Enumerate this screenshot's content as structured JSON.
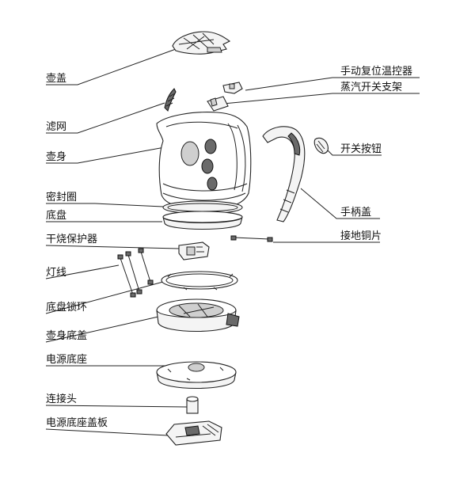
{
  "labels": {
    "lid": "壶盖",
    "filter": "滤网",
    "body": "壶身",
    "seal_ring": "密封圈",
    "base_plate": "底盘",
    "dry_burn_protector": "干烧保护器",
    "lamp_wire": "灯线",
    "base_lock_ring": "底盘锁环",
    "body_bottom_cover": "壶身底盖",
    "power_base": "电源底座",
    "connector": "连接头",
    "power_base_cover_plate": "电源底座盖板",
    "manual_reset_thermostat": "手动复位温控器",
    "steam_switch_bracket": "蒸汽开关支架",
    "switch_button": "开关按钮",
    "handle_cover": "手柄盖",
    "ground_copper_strip": "接地铜片"
  },
  "colors": {
    "line": "#222222",
    "window_dark": "#6a6a6a",
    "part_fill": "#f4f4f4"
  }
}
